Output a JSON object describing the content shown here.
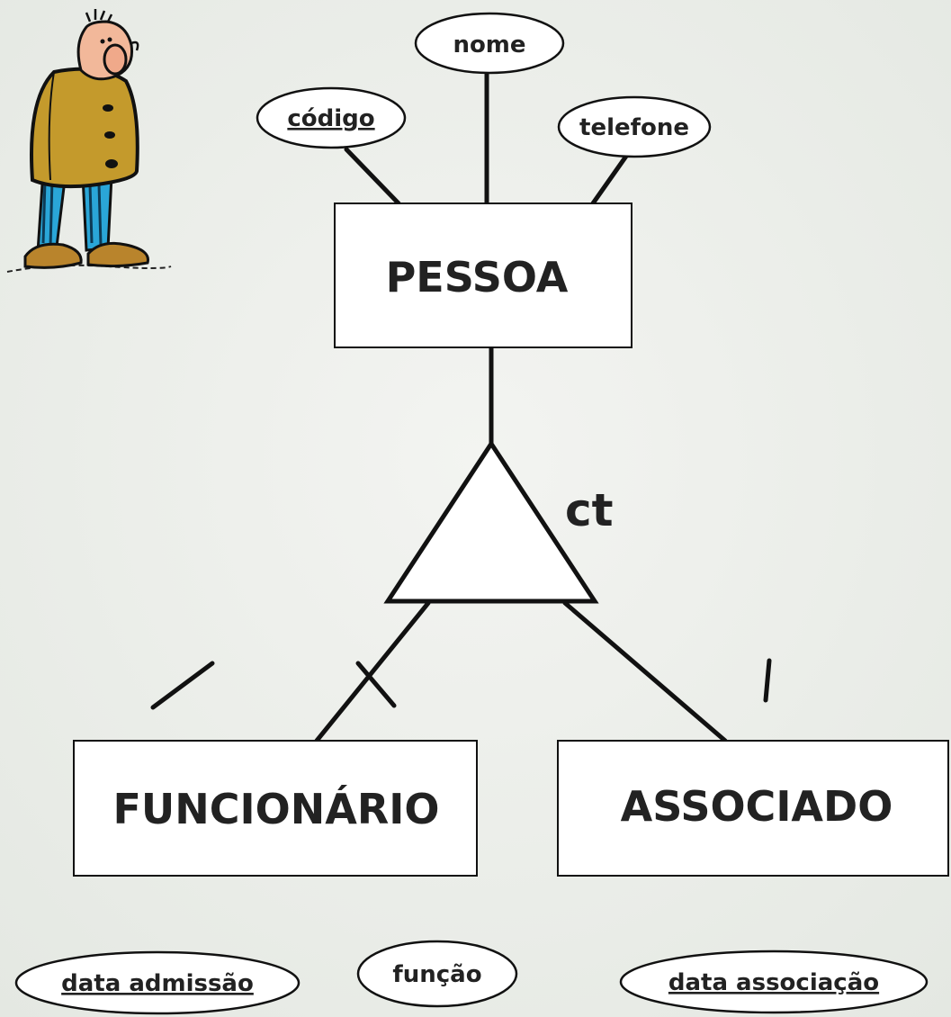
{
  "entities": {
    "pessoa": "PESSOA",
    "funcionario": "FUNCIONÁRIO",
    "associado": "ASSOCIADO"
  },
  "attributes": {
    "codigo": "código",
    "nome": "nome",
    "telefone": "telefone",
    "data_admissao": "data admissão",
    "funcao": "função",
    "data_associacao": "data associação"
  },
  "specialization": {
    "label": "ct"
  },
  "illustration": {
    "icon": "cartoon-man-icon"
  }
}
